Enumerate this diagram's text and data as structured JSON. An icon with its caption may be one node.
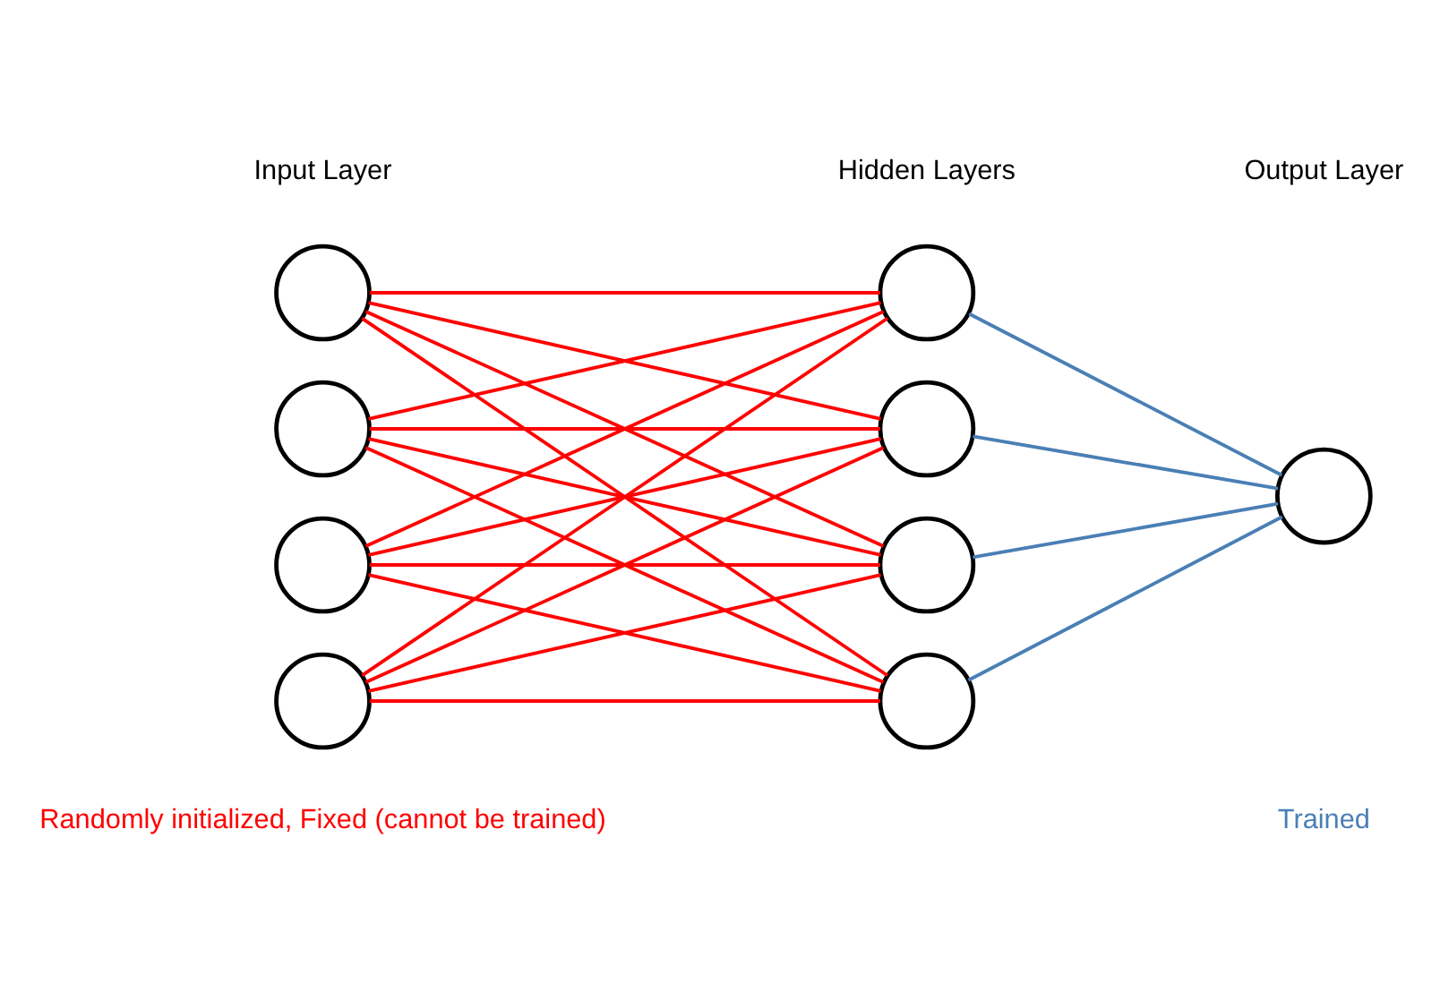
{
  "diagram": {
    "nodes": [
      {
        "text": [],
        "shape": "circle"
      },
      {
        "text": [],
        "shape": "circle"
      },
      {
        "text": [],
        "shape": "circle"
      },
      {
        "text": [],
        "shape": "circle"
      },
      {
        "text": [],
        "shape": "circle"
      },
      {
        "text": [],
        "shape": "circle"
      },
      {
        "text": [],
        "shape": "circle"
      },
      {
        "text": [],
        "shape": "circle"
      },
      {
        "text": [],
        "shape": "circle"
      }
    ],
    "edges": [
      {
        "from": 0,
        "to": 4,
        "arrow": "none"
      },
      {
        "from": 0,
        "to": 5,
        "arrow": "none"
      },
      {
        "from": 0,
        "to": 6,
        "arrow": "none"
      },
      {
        "from": 0,
        "to": 7,
        "arrow": "none"
      },
      {
        "from": 1,
        "to": 4,
        "arrow": "none"
      },
      {
        "from": 1,
        "to": 5,
        "arrow": "none"
      },
      {
        "from": 1,
        "to": 6,
        "arrow": "none"
      },
      {
        "from": 1,
        "to": 7,
        "arrow": "none"
      },
      {
        "from": 2,
        "to": 4,
        "arrow": "none"
      },
      {
        "from": 2,
        "to": 5,
        "arrow": "none"
      },
      {
        "from": 2,
        "to": 6,
        "arrow": "none"
      },
      {
        "from": 2,
        "to": 7,
        "arrow": "none"
      },
      {
        "from": 3,
        "to": 4,
        "arrow": "none"
      },
      {
        "from": 3,
        "to": 5,
        "arrow": "none"
      },
      {
        "from": 3,
        "to": 6,
        "arrow": "none"
      },
      {
        "from": 3,
        "to": 7,
        "arrow": "none"
      },
      {
        "from": 4,
        "to": 8,
        "arrow": "none",
        "color": "#4a7fb5"
      },
      {
        "from": 5,
        "to": 8,
        "arrow": "none",
        "color": "#4a7fb5"
      },
      {
        "from": 6,
        "to": 8,
        "arrow": "none",
        "color": "#4a7fb5"
      },
      {
        "from": 7,
        "to": 8,
        "arrow": "none",
        "color": "#4a7fb5"
      }
    ],
    "labels": [
      "Input Layer",
      "Hidden Layers",
      "Output Layer",
      "Randomly initialized, Fixed (cannot be trained)",
      "Trained"
    ]
  }
}
